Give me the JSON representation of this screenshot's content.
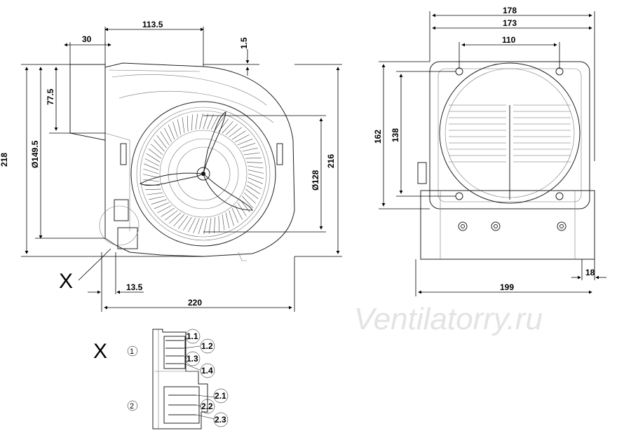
{
  "watermark": "Ventilatorry.ru",
  "detail_label": "X",
  "front_view": {
    "dims": {
      "d30": "30",
      "d113_5": "113.5",
      "d1_5": "1.5",
      "d77_5": "77.5",
      "d149_5": "Ø149.5",
      "d218": "218",
      "d128": "Ø128",
      "d216": "216",
      "d13_5": "13.5",
      "d220": "220"
    }
  },
  "side_view": {
    "dims": {
      "d178": "178",
      "d173": "173",
      "d110": "110",
      "d162": "162",
      "d138": "138",
      "d18": "18",
      "d199": "199"
    }
  },
  "connector_detail": {
    "sections": [
      "1",
      "2"
    ],
    "pins": [
      "1.1",
      "1.2",
      "1.3",
      "1.4",
      "2.1",
      "2.2",
      "2.3"
    ]
  }
}
